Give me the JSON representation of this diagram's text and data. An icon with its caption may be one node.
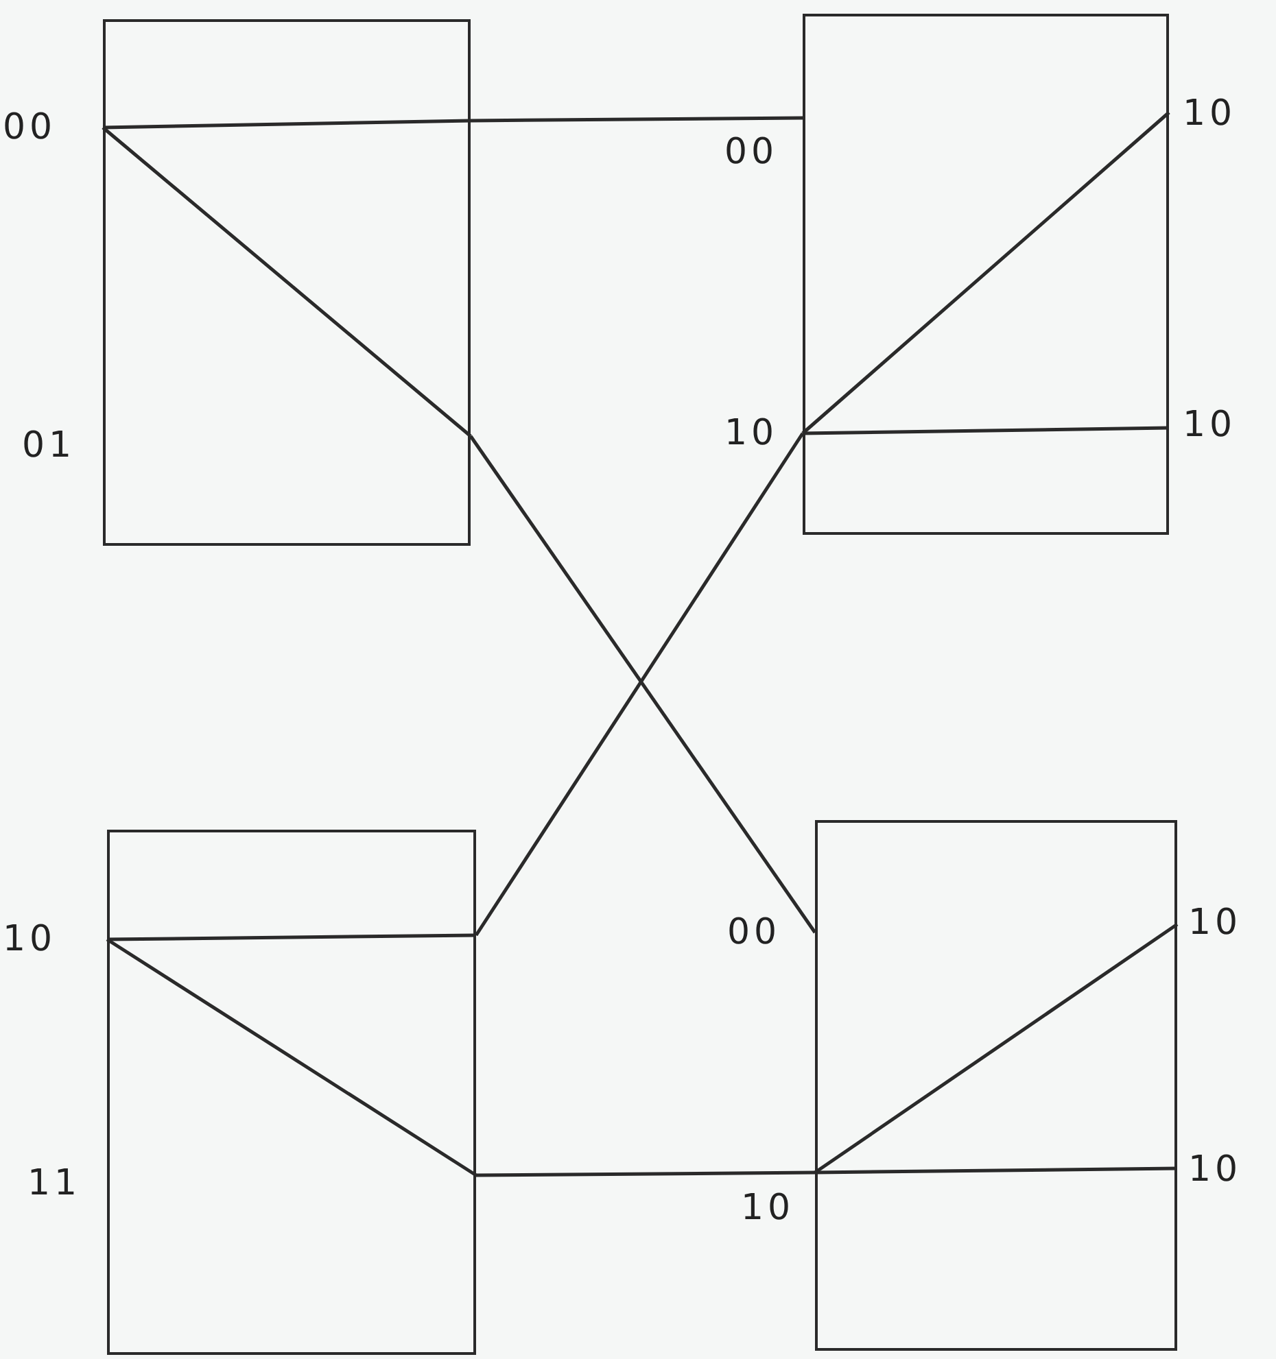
{
  "diagram": {
    "nodes": [
      {
        "text": [],
        "shape": "box",
        "beside": [
          "00",
          "01"
        ]
      },
      {
        "text": [],
        "shape": "box",
        "beside": [
          "00",
          "10",
          "10",
          "10"
        ]
      },
      {
        "text": [],
        "shape": "box",
        "beside": [
          "10",
          "11"
        ]
      },
      {
        "text": [],
        "shape": "box",
        "beside": [
          "00",
          "10",
          "10",
          "10"
        ]
      }
    ],
    "edges": [
      {
        "from": 0,
        "to": 1,
        "arrow": "none"
      },
      {
        "from": 0,
        "to": 3,
        "arrow": "none"
      },
      {
        "from": 2,
        "to": 1,
        "arrow": "none"
      },
      {
        "from": 2,
        "to": 3,
        "arrow": "none"
      }
    ]
  }
}
